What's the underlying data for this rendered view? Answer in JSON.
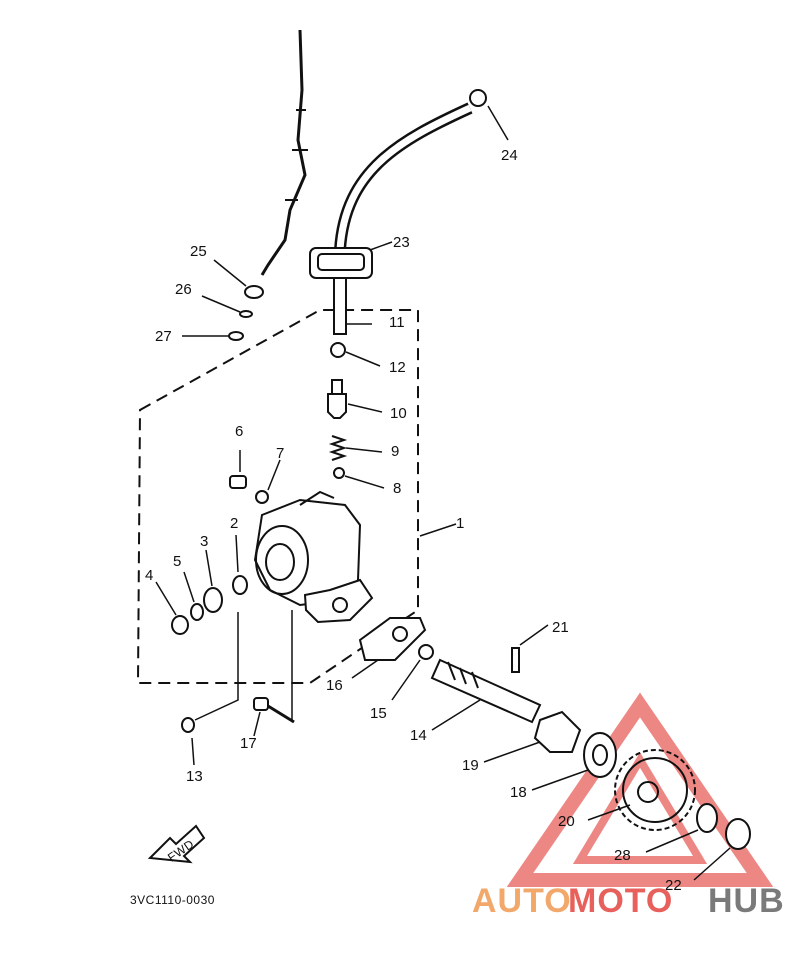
{
  "diagram": {
    "part_labels": {
      "p1": "1",
      "p2": "2",
      "p3": "3",
      "p4": "4",
      "p5": "5",
      "p6": "6",
      "p7": "7",
      "p8": "8",
      "p9": "9",
      "p10": "10",
      "p11": "11",
      "p12": "12",
      "p13": "13",
      "p14": "14",
      "p15": "15",
      "p16": "16",
      "p17": "17",
      "p18": "18",
      "p19": "19",
      "p20": "20",
      "p21": "21",
      "p22": "22",
      "p23": "23",
      "p24": "24",
      "p25": "25",
      "p26": "26",
      "p27": "27",
      "p28": "28"
    },
    "drawing_code": "3VC1110-0030",
    "fwd_label": "FWD"
  },
  "watermark": {
    "part1": "AUTO",
    "part2": "MOTO",
    "part3": "HUB",
    "triangle_color": "#e8605c",
    "auto_color": "#f2a86b",
    "moto_color": "#e8605c",
    "hub_color": "#7a7a7a"
  }
}
